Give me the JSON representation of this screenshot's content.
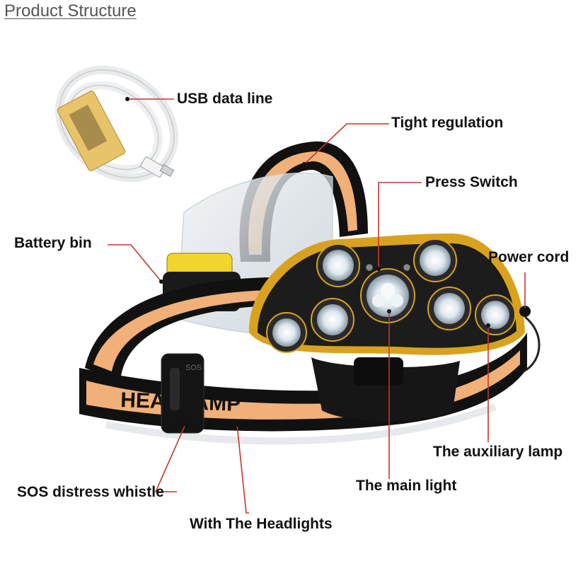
{
  "title": "Product Structure",
  "labels": {
    "usb": "USB data line",
    "tight": "Tight regulation",
    "press": "Press Switch",
    "battery": "Battery bin",
    "power": "Power cord",
    "auxiliary": "The auxiliary lamp",
    "main": "The main light",
    "sos": "SOS distress whistle",
    "headlights": "With The Headlights"
  },
  "strap_text": "HEADLAMP",
  "whistle_text": "SOS",
  "colors": {
    "leader": "#c0392b",
    "strap_orange": "#f0b078",
    "strap_black": "#111111",
    "lamp_body": "#1c1c1c",
    "lamp_accent": "#d9a21e"
  }
}
